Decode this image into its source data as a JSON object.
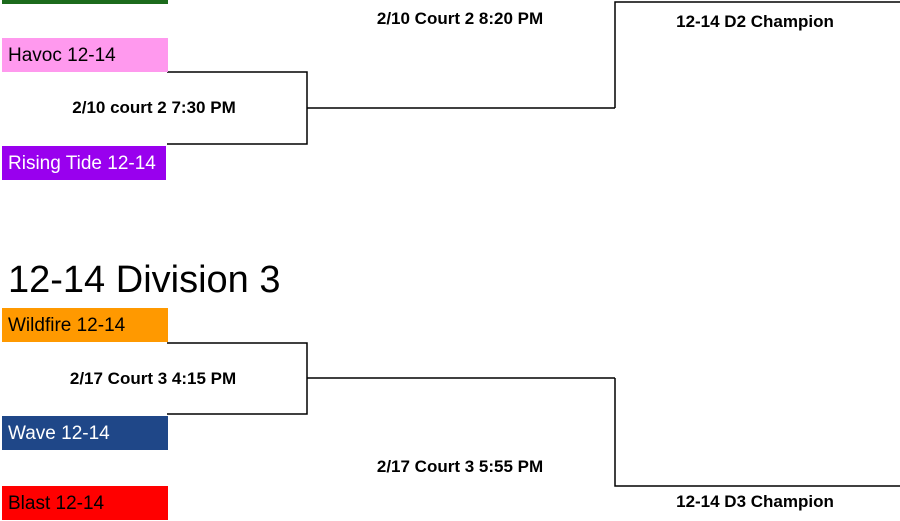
{
  "division2": {
    "teams": [
      "Havoc 12-14",
      "Rising Tide 12-14"
    ],
    "match1_label": "2/10 court 2 7:30 PM",
    "final_label": "2/10 Court 2 8:20 PM",
    "champion_label": "12-14 D2 Champion",
    "colors": {
      "havoc": "#ff99ee",
      "rising_tide": "#9900ee",
      "top_partial": "#1c6b1c"
    }
  },
  "division3": {
    "title": "12-14 Division 3",
    "teams": [
      "Wildfire 12-14",
      "Wave 12-14",
      "Blast 12-14"
    ],
    "match1_label": "2/17 Court 3 4:15 PM",
    "final_label": "2/17 Court 3 5:55 PM",
    "champion_label": "12-14 D3 Champion",
    "colors": {
      "wildfire": "#ff9900",
      "wave": "#1f4788",
      "blast": "#ff0000"
    }
  }
}
